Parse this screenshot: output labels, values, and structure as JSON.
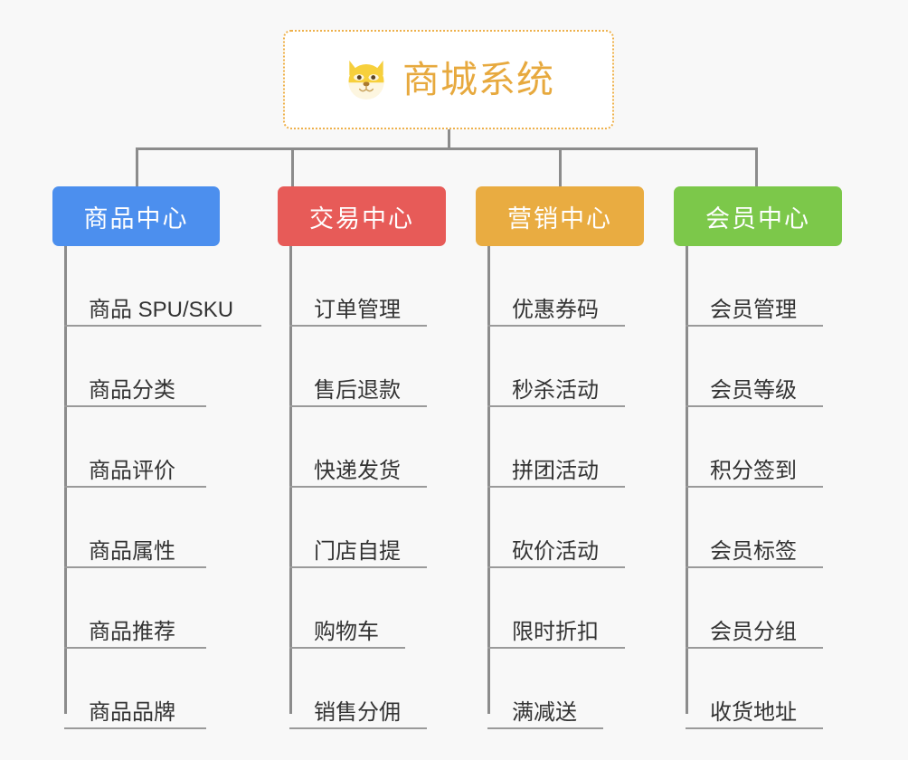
{
  "background_color": "#f8f8f8",
  "root": {
    "title": "商城系统",
    "icon": "shiba-dog-face-icon",
    "title_color": "#e7a93e",
    "border_color": "#eeb04a"
  },
  "connector_color": "#8c8c8c",
  "columns": [
    {
      "id": "product-center",
      "header": "商品中心",
      "color": "#4c8fee",
      "items": [
        "商品 SPU/SKU",
        "商品分类",
        "商品评价",
        "商品属性",
        "商品推荐",
        "商品品牌"
      ]
    },
    {
      "id": "trade-center",
      "header": "交易中心",
      "color": "#e75b58",
      "items": [
        "订单管理",
        "售后退款",
        "快递发货",
        "门店自提",
        "购物车",
        "销售分佣"
      ]
    },
    {
      "id": "marketing-center",
      "header": "营销中心",
      "color": "#e9ac41",
      "items": [
        "优惠券码",
        "秒杀活动",
        "拼团活动",
        "砍价活动",
        "限时折扣",
        "满减送"
      ]
    },
    {
      "id": "member-center",
      "header": "会员中心",
      "color": "#7cc84a",
      "items": [
        "会员管理",
        "会员等级",
        "积分签到",
        "会员标签",
        "会员分组",
        "收货地址"
      ]
    }
  ]
}
